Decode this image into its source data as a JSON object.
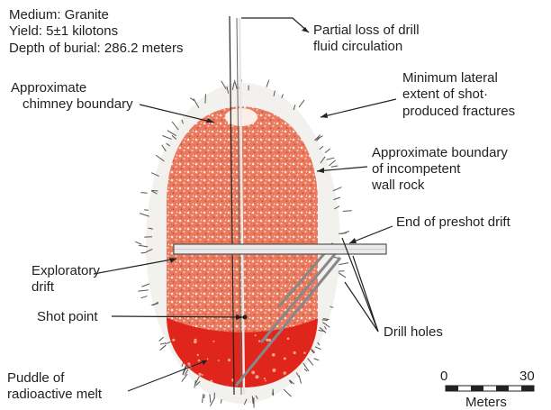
{
  "info": {
    "medium": "Medium: Granite",
    "yield": "Yield: 5±1 kilotons",
    "depth": "Depth of burial: 286.2 meters"
  },
  "labels": {
    "partial_loss": [
      "Partial loss of drill",
      "fluid circulation"
    ],
    "chimney_boundary": [
      "Approximate",
      "chimney boundary"
    ],
    "min_lateral": [
      "Minimum lateral",
      "extent of shot·",
      "produced fractures"
    ],
    "incompetent": [
      "Approximate boundary",
      "of incompetent",
      "wall rock"
    ],
    "preshot_drift": "End of preshot drift",
    "exploratory": [
      "Exploratory",
      "drift"
    ],
    "shot_point": "Shot point",
    "drill_holes": "Drill holes",
    "puddle": [
      "Puddle of",
      "radioactive melt"
    ]
  },
  "scale": {
    "start": "0",
    "end": "30",
    "unit": "Meters"
  },
  "colors": {
    "chimney": "#e8785e",
    "melt": "#e0261c",
    "drift": "#e9e9e9"
  }
}
